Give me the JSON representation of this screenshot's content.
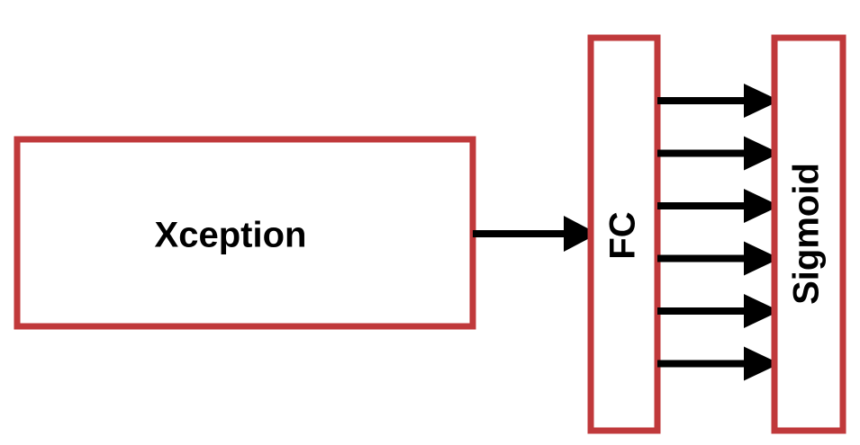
{
  "colors": {
    "box_stroke": "#c0393b",
    "arrow": "#000000",
    "text": "#000000",
    "background": "#ffffff"
  },
  "blocks": {
    "xception": {
      "label": "Xception"
    },
    "fc": {
      "label": "FC"
    },
    "sigmoid": {
      "label": "Sigmoid"
    }
  },
  "connections": {
    "xception_to_fc": {
      "from": "Xception",
      "to": "FC"
    },
    "fc_to_sigmoid_count": 6
  }
}
